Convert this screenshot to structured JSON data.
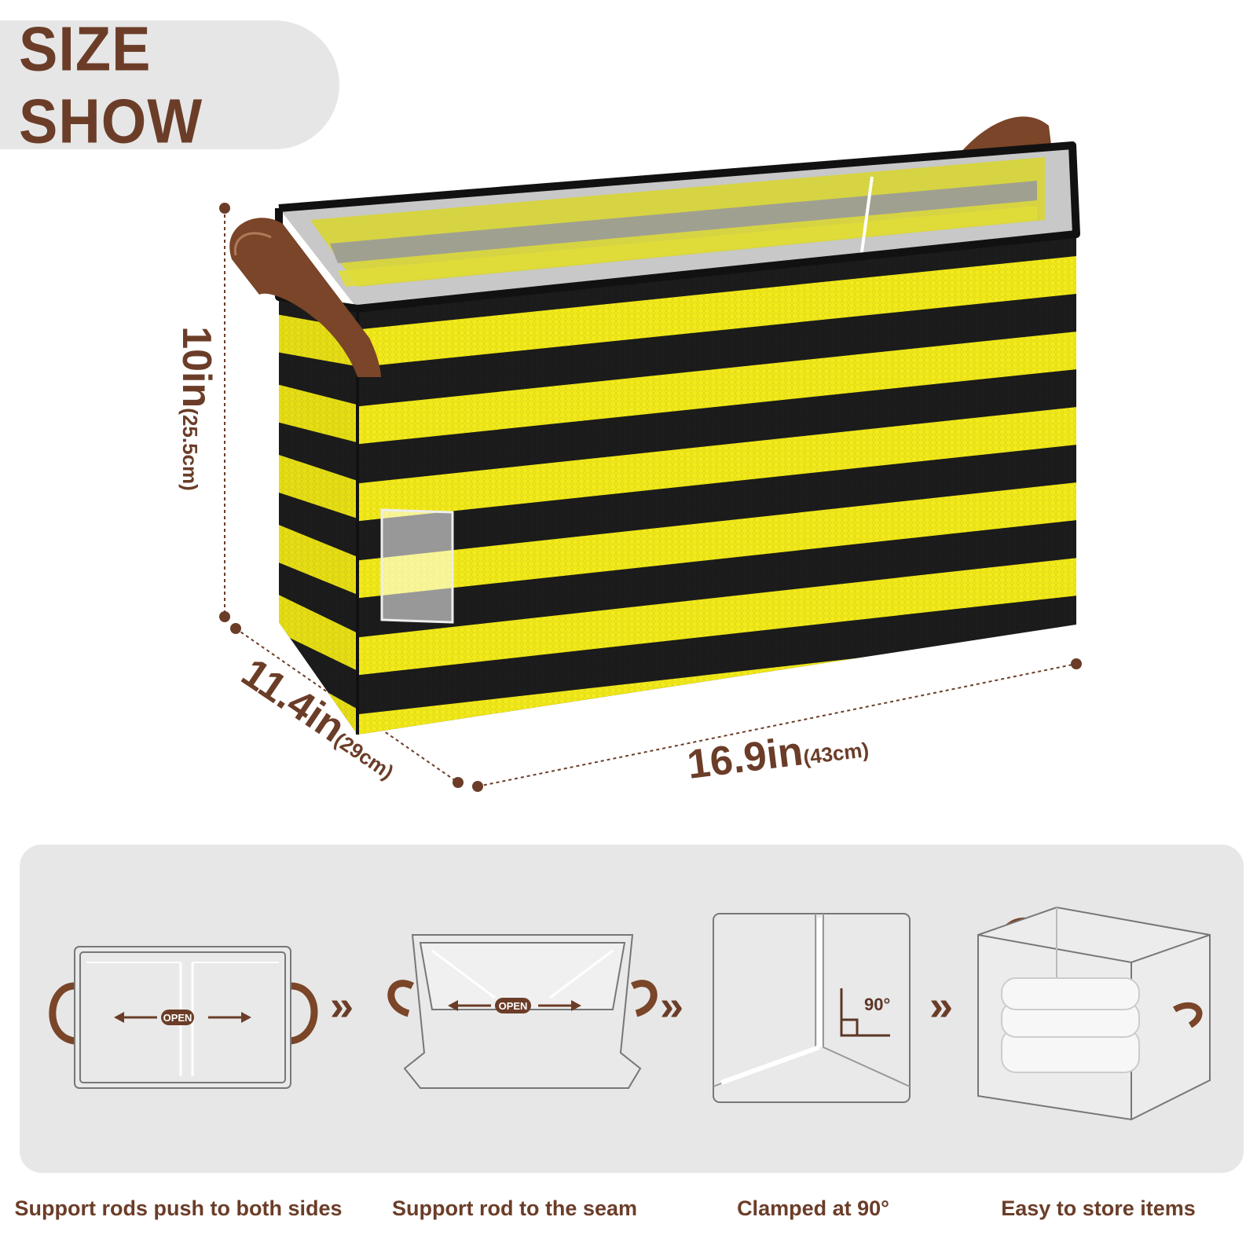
{
  "title": "SIZE SHOW",
  "dimensions": {
    "height": {
      "imperial": "10in",
      "metric": "(25.5cm)"
    },
    "depth": {
      "imperial": "11.4in",
      "metric": "(29cm)"
    },
    "width": {
      "imperial": "16.9in",
      "metric": "(43cm)"
    }
  },
  "product": {
    "pattern": "black and yellow horizontal stripes",
    "colors": {
      "stripe_yellow": "#f2ea1a",
      "stripe_black": "#1c1c1c",
      "handle": "#7a4528",
      "accent": "#6b3d28"
    }
  },
  "steps": [
    {
      "caption": "Support rods push to both sides",
      "badge": "OPEN",
      "icon": "basket-top-view-icon"
    },
    {
      "caption": "Support rod to the seam",
      "badge": "OPEN",
      "icon": "basket-open-view-icon"
    },
    {
      "caption": "Clamped at 90°",
      "badge": "90°",
      "icon": "corner-clamp-icon"
    },
    {
      "caption": "Easy to store items",
      "icon": "storage-box-icon"
    }
  ],
  "arrows": [
    "»",
    "»",
    "»"
  ]
}
